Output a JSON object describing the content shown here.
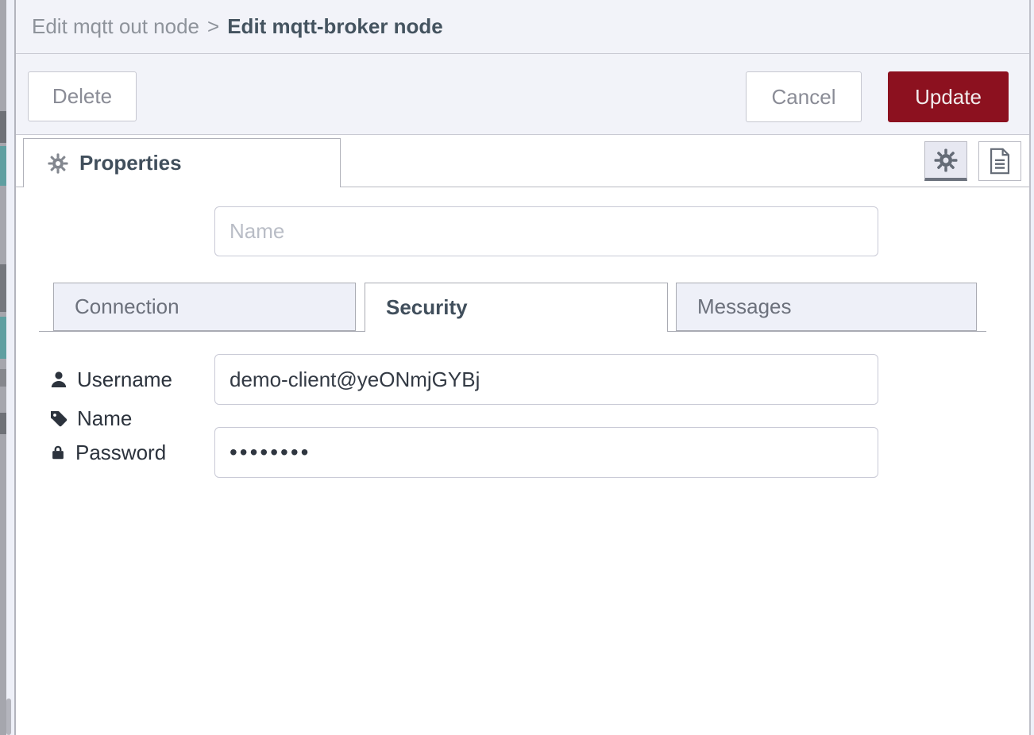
{
  "header": {
    "breadcrumb": {
      "parent": "Edit mqtt out node",
      "separator": ">",
      "current": "Edit mqtt-broker node"
    }
  },
  "toolbar": {
    "delete": "Delete",
    "cancel": "Cancel",
    "update": "Update"
  },
  "tabbar": {
    "properties": "Properties"
  },
  "form": {
    "name": {
      "label": "Name",
      "placeholder": "Name",
      "value": ""
    },
    "subtabs": {
      "connection": "Connection",
      "security": "Security",
      "messages": "Messages",
      "active": "Security"
    },
    "username": {
      "label": "Username",
      "value": "demo-client@yeONmjGYBj"
    },
    "password": {
      "label": "Password",
      "masked_value": "••••••••",
      "masked_char_count": 8
    }
  },
  "icons": {
    "properties_tab": "cog-icon",
    "settings_button": "gear-icon",
    "docs_button": "document-icon",
    "name_field": "tag-icon",
    "username_field": "user-icon",
    "password_field": "lock-icon"
  },
  "colors": {
    "accent_red": "#8c111f",
    "panel_bg": "#f2f3f9",
    "tab_inactive_bg": "#eef0f8",
    "border": "#c6c7d0",
    "tab_border": "#a9abb3",
    "text_dark": "#2c333d",
    "text_heading": "#44535f",
    "text_muted": "#8a8f98"
  }
}
